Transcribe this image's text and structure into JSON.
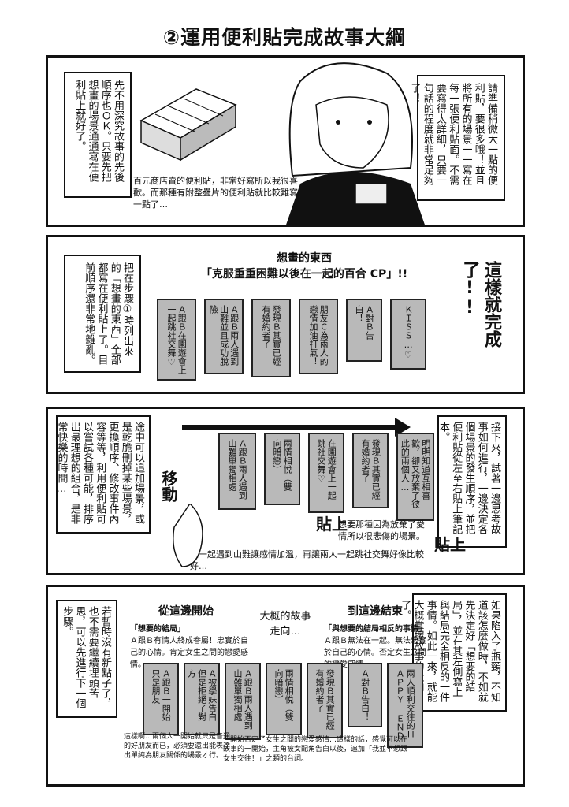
{
  "title": "②運用便利貼完成故事大綱",
  "panel1": {
    "right_text": "請準備稍微大一點的便利貼，要很多哦！並且將所有的場景一一寫在每一張便利貼面。不需要寫得太詳細，只要一句話的程度就非常足夠了！",
    "left_text": "先不用深究故事的先後順序也ＯＫ。只要先把想畫的場景通通寫在便利貼上就好了。",
    "caption": "百元商店賣的便利貼，非常好寫所以我很喜歡。而那種有附整疊片的便利貼就比較難寫一點了…"
  },
  "panel2": {
    "header": "想畫的東西",
    "idea": "「克服重重困難以後在一起的百合 CP」!!",
    "exclaim": "這樣就完成了!!",
    "left_text": "把在步驟①時列出來的「想畫的東西」全部都寫在便利貼上了。目前順序還非常地雜亂。",
    "notes": [
      "ＫＩＳＳ…♡",
      "Ａ對Ｂ告白！",
      "朋友Ｃ為兩人的戀情加油打氣！",
      "發現Ｂ其實已經有婚約者了",
      "Ａ跟Ｂ兩人遇到山難並且成功脫險",
      "Ａ跟Ｂ在園遊會上一起跳社交舞♡"
    ]
  },
  "panel3": {
    "right_text": "接下來，試著一邊思考故事如何進行，一邊決定各個場景的發生順序，並把便利貼從左至右貼上筆記本。",
    "left_text": "途中可以追加場景，或是乾脆刪掉某些場景，更換順序、修改事件內容等等，利用便利貼可以嘗試各種可能，排序出最理想的組合，是非常快樂的時間…",
    "notes": [
      "明明知道互相喜歡，卻又放棄了彼此的兩個人…",
      "發現Ｂ其實已經有婚約者了",
      "在園遊會上一起跳社交舞♡",
      "兩情相悅（雙向暗戀）",
      "Ａ跟Ｂ兩人遇到山難單獨相處"
    ],
    "sfx_move": "移動",
    "sfx_paste1": "貼上",
    "sfx_paste2": "貼上",
    "caption1": "想要那種因為放棄了愛情所以很悲傷的場景。",
    "caption2": "先一起遇到山難讓感情加溫，再讓兩人一起跳社交舞好像比較好…"
  },
  "panel4": {
    "right_text": "如果陷入了瓶頸，不知道該怎麼做時，不如就先決定好「想要的結局」，並在其左側寫上與結局完全相反的一件事情。如此一來，就能大概掌握故事的走向了。",
    "left_text": "若暫時沒有新點子了，也不需要繼續埋頭苦思，可以先進行下一個步驟。",
    "from_label": "從這邊開始",
    "to_label": "到這邊結束",
    "mid_label": "大概的故事走向…",
    "left_box_title": "「想要的結局」",
    "left_box_body": "Ａ跟Ｂ有情人終成眷屬！忠實於自己的心情。肯定女生之間的戀愛感情。",
    "right_box_title": "「與想要的結局相反的事情」",
    "right_box_body": "Ａ跟Ｂ無法在一起。無法忠實於自己的心情。否定女生之間的戀愛感情。",
    "notes": [
      "兩人順利交往的ＨＡＰＰＹ ＥＮＤ",
      "Ａ對Ｂ告白！",
      "發現Ｂ其實已經有婚約者了",
      "兩情相悅（雙向暗戀）",
      "Ａ跟Ｂ兩人遇到山難單獨相處",
      "Ａ被學妹告白但是拒絕了對方",
      "Ａ跟Ｂ一開始只是朋友"
    ],
    "bubble_left": "這樣啊…兩個人一開始就只是普通的好朋友而已，必須要還出能表達出單純為朋友關係的場景才行。",
    "bubble_right": "一開始否定了女生之間的戀愛感情…這樣的話，感覺可以在故事的一開始，主角被女配角告白以後，追加「我並不想跟女生交往！」之類的台詞。"
  }
}
